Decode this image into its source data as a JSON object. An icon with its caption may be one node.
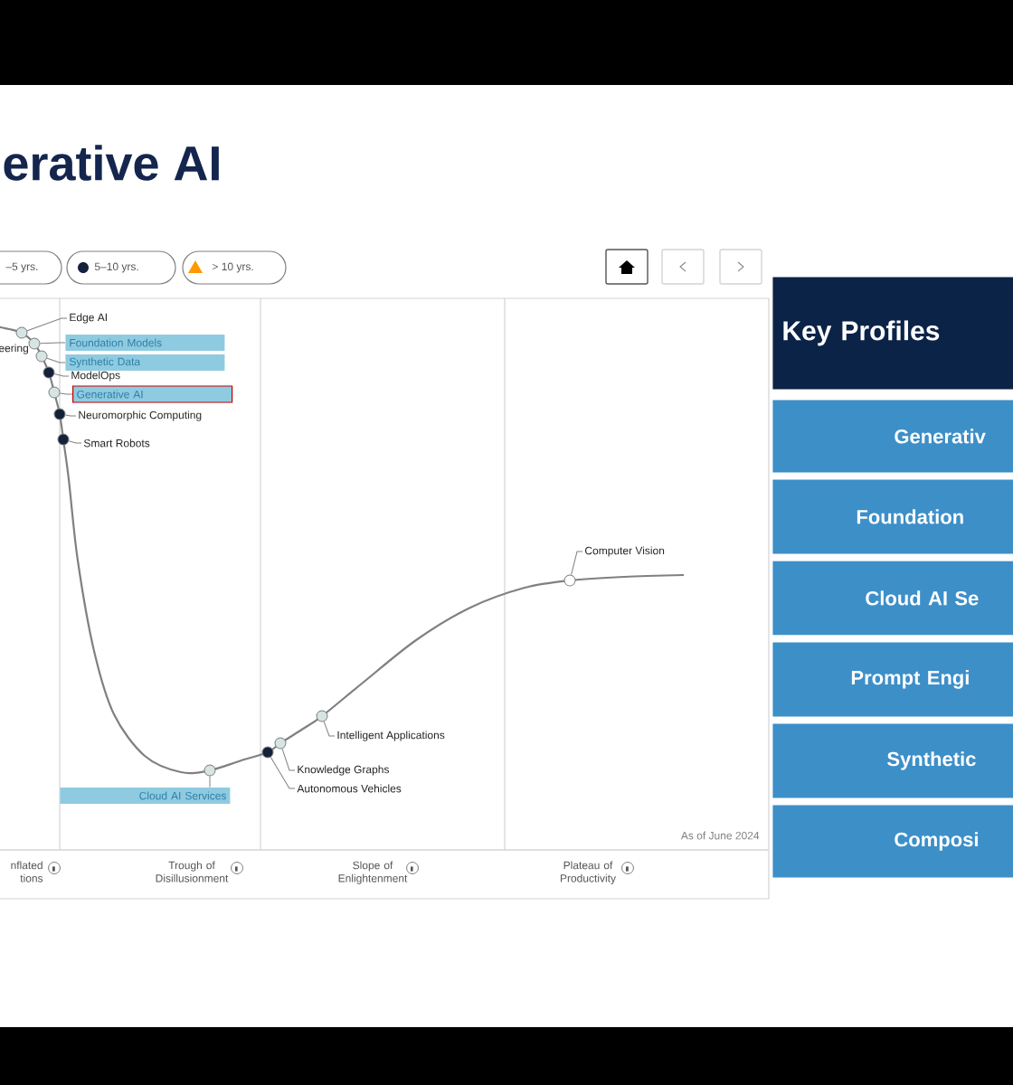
{
  "diagram": {
    "title": "erative AI",
    "nodes": [
      {
        "text": [
          "Key Profiles"
        ]
      },
      {
        "text": [
          "Generativ"
        ]
      },
      {
        "text": [
          "Foundation"
        ]
      },
      {
        "text": [
          "Cloud AI Se"
        ]
      },
      {
        "text": [
          "Prompt Engi"
        ]
      },
      {
        "text": [
          "Synthetic"
        ]
      },
      {
        "text": [
          "Composi"
        ]
      },
      {
        "text": [
          "Edge AI"
        ]
      },
      {
        "text": [],
        "shape": "circle"
      },
      {
        "text": [
          "Foundation Models"
        ]
      },
      {
        "text": [],
        "shape": "circle"
      },
      {
        "text": [
          "Synthetic Data"
        ]
      },
      {
        "text": [],
        "shape": "circle"
      },
      {
        "text": [
          "ModelOps"
        ]
      },
      {
        "text": [],
        "shape": "circle"
      },
      {
        "text": [
          "Generative AI"
        ]
      },
      {
        "text": [],
        "shape": "circle"
      },
      {
        "text": [
          "Neuromorphic Computing"
        ]
      },
      {
        "text": [],
        "shape": "circle"
      },
      {
        "text": [
          "Smart Robots"
        ]
      },
      {
        "text": [],
        "shape": "circle"
      },
      {
        "text": [
          "Computer Vision"
        ]
      },
      {
        "text": [],
        "shape": "circle"
      },
      {
        "text": [
          "Intelligent Applications"
        ]
      },
      {
        "text": [],
        "shape": "circle"
      },
      {
        "text": [
          "Knowledge Graphs"
        ]
      },
      {
        "text": [],
        "shape": "circle"
      },
      {
        "text": [
          "Autonomous Vehicles"
        ]
      },
      {
        "text": [],
        "shape": "circle"
      },
      {
        "text": [
          "Cloud AI Services"
        ]
      },
      {
        "text": [],
        "shape": "circle"
      }
    ],
    "edges": [
      {
        "from": 7,
        "to": 8,
        "arrow": "none"
      },
      {
        "from": 9,
        "to": 10,
        "arrow": "none"
      },
      {
        "from": 11,
        "to": 12,
        "arrow": "none"
      },
      {
        "from": 13,
        "to": 14,
        "arrow": "none"
      },
      {
        "from": 15,
        "to": 16,
        "arrow": "none"
      },
      {
        "from": 17,
        "to": 18,
        "arrow": "none"
      },
      {
        "from": 19,
        "to": 20,
        "arrow": "none"
      },
      {
        "from": 21,
        "to": 22,
        "arrow": "none"
      },
      {
        "from": 23,
        "to": 24,
        "arrow": "none"
      },
      {
        "from": 25,
        "to": 26,
        "arrow": "none"
      },
      {
        "from": 27,
        "to": 28,
        "arrow": "none"
      },
      {
        "from": 29,
        "to": 30,
        "arrow": "none"
      }
    ],
    "labels": [
      "eering",
      "As of June 2024",
      "nflated tions",
      "Trough of Disillusionment",
      "Slope of Enlightenment",
      "Plateau of Productivity"
    ],
    "legend": [
      {
        "text": "–5 yrs."
      },
      {
        "text": "5–10 yrs."
      },
      {
        "text": "> 10 yrs."
      }
    ]
  }
}
